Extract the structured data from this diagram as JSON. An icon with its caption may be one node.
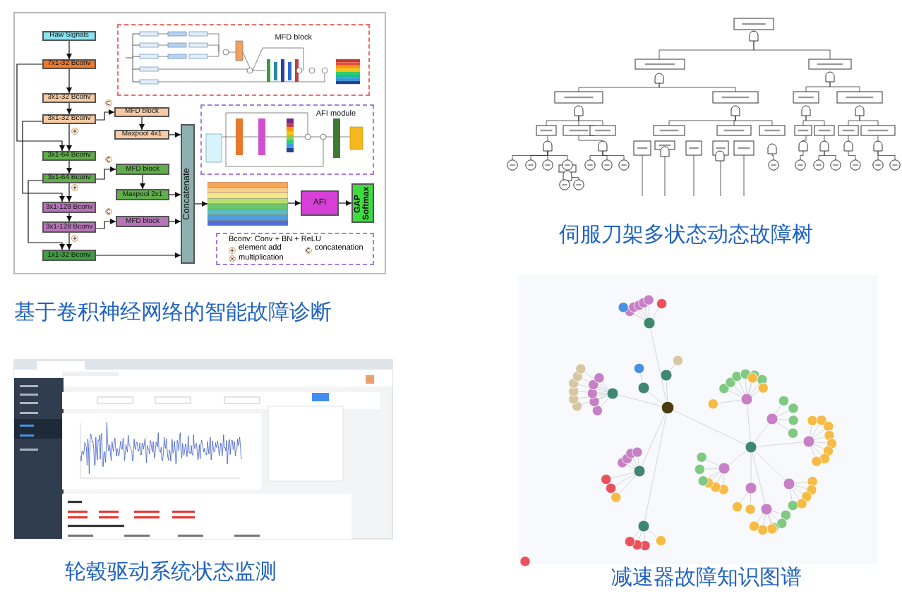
{
  "diagram": {
    "nodes": [
      {
        "text": [
          "Raw Signals"
        ]
      },
      {
        "text": [
          "7x1-32 Bconv"
        ]
      },
      {
        "text": [
          "3x1-32 Bconv"
        ]
      },
      {
        "text": [
          "3x1-32 Bconv"
        ]
      },
      {
        "text": [
          "MFD block"
        ]
      },
      {
        "text": [
          "Maxpool 4x1"
        ]
      },
      {
        "text": [
          "3x1-64 Bconv"
        ]
      },
      {
        "text": [
          "3x1-64 Bconv"
        ]
      },
      {
        "text": [
          "MFD block"
        ]
      },
      {
        "text": [
          "Maxpool 2x1"
        ]
      },
      {
        "text": [
          "3x1-128 Bconv"
        ]
      },
      {
        "text": [
          "3x1-128 Bconv"
        ]
      },
      {
        "text": [
          "MFD block"
        ]
      },
      {
        "text": [
          "1x1-32 Bconv"
        ]
      },
      {
        "text": [
          "Concatenate"
        ]
      },
      {
        "text": [],
        "shape": "box"
      },
      {
        "text": [
          "AFI"
        ]
      },
      {
        "text": [
          "GAP Softmax"
        ]
      },
      {
        "text": [
          "MFD block"
        ]
      },
      {
        "text": [
          "AFI module"
        ]
      }
    ],
    "edges": [
      {
        "from": 0,
        "to": 1,
        "arrow": "to"
      },
      {
        "from": 1,
        "to": 2,
        "arrow": "to"
      },
      {
        "from": 2,
        "to": 3,
        "arrow": "to"
      },
      {
        "from": 3,
        "to": 4,
        "arrow": "to"
      },
      {
        "from": 4,
        "to": 5,
        "arrow": "to"
      },
      {
        "from": 5,
        "to": 14,
        "arrow": "to"
      },
      {
        "from": 3,
        "to": 6,
        "arrow": "to"
      },
      {
        "from": 6,
        "to": 7,
        "arrow": "to"
      },
      {
        "from": 7,
        "to": 8,
        "arrow": "to"
      },
      {
        "from": 8,
        "to": 9,
        "arrow": "to"
      },
      {
        "from": 9,
        "to": 14,
        "arrow": "to"
      },
      {
        "from": 7,
        "to": 10,
        "arrow": "to"
      },
      {
        "from": 10,
        "to": 11,
        "arrow": "to"
      },
      {
        "from": 11,
        "to": 12,
        "arrow": "to"
      },
      {
        "from": 12,
        "to": 14,
        "arrow": "to"
      },
      {
        "from": 11,
        "to": 13,
        "arrow": "to"
      },
      {
        "from": 13,
        "to": 14,
        "arrow": "to"
      },
      {
        "from": 14,
        "to": 15,
        "arrow": "to"
      },
      {
        "from": 15,
        "to": 16,
        "arrow": "to"
      },
      {
        "from": 16,
        "to": 17,
        "arrow": "to"
      },
      {
        "from": 1,
        "to": 6,
        "arrow": "to"
      },
      {
        "from": 3,
        "to": 10,
        "arrow": "to"
      },
      {
        "from": 7,
        "to": 13,
        "arrow": "to"
      }
    ],
    "labels": [
      "Bconv: Conv + BN + ReLU",
      "基于卷积神经网络的智能故障诊断",
      "伺服刀架多状态动态故障树",
      "轮毂驱动系统状态监测",
      "减速器故障知识图谱"
    ],
    "legend": [
      {
        "text": "element add"
      },
      {
        "text": "concatenation"
      },
      {
        "text": "multiplication"
      }
    ]
  }
}
